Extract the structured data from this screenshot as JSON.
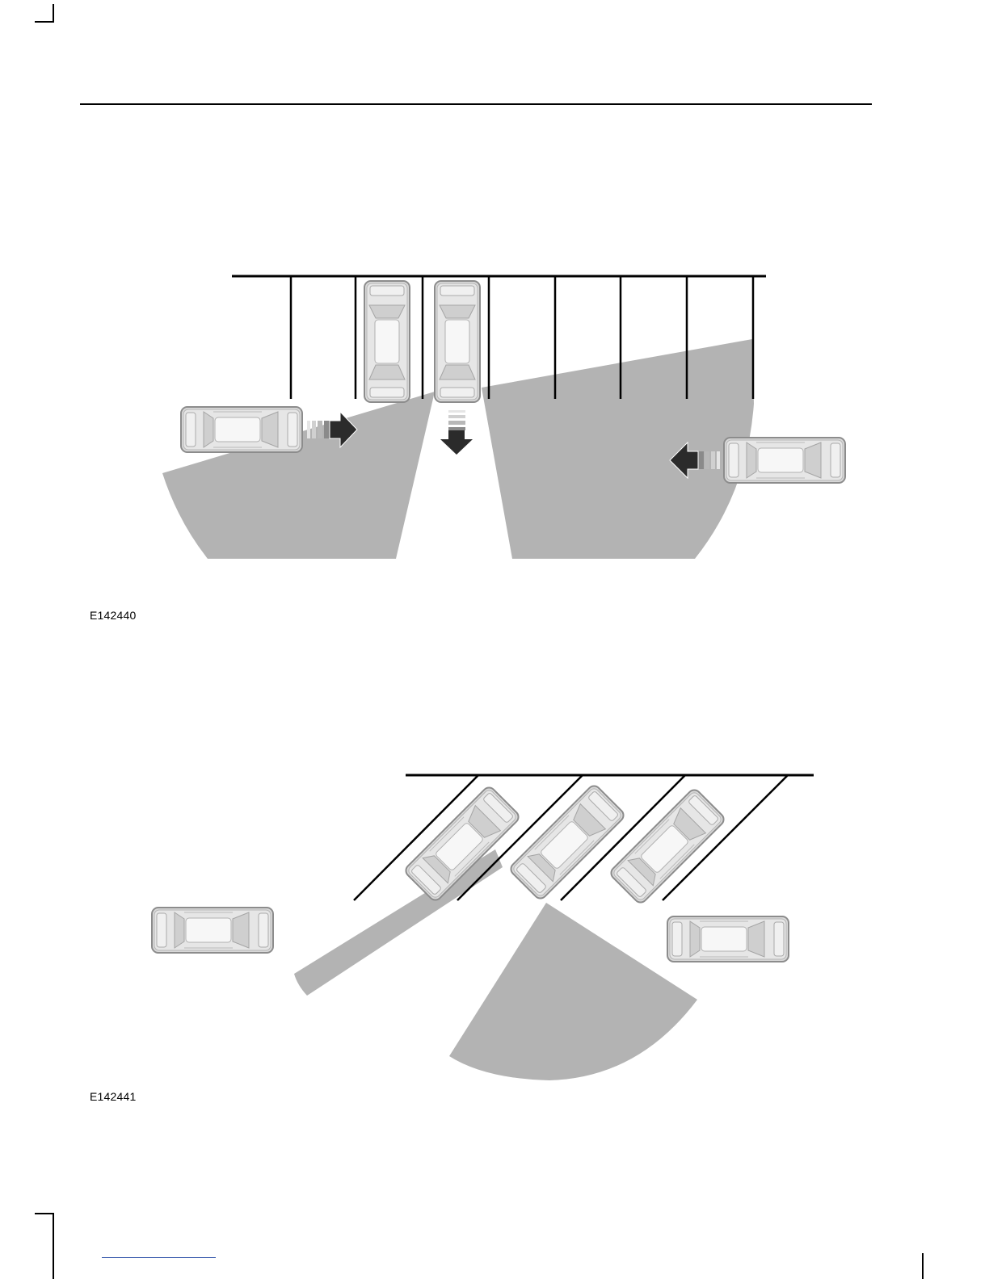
{
  "figures": [
    {
      "code": "E142440",
      "layout": "perpendicular-parking"
    },
    {
      "code": "E142441",
      "layout": "angled-parking"
    }
  ],
  "colors": {
    "sensor_zone": "#b3b3b3",
    "car_body": "#dcdcdc",
    "arrow": "#2b2b2b",
    "lines": "#000000"
  }
}
